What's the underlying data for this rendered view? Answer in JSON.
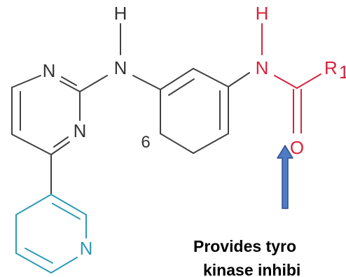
{
  "molecule": {
    "atoms": {
      "h_left": "H",
      "n_left": "N",
      "h_right": "H",
      "n_right": "N",
      "r_group": "R",
      "r_subscript": "1",
      "oxygen": "O",
      "pyrimidine_n1": "N",
      "pyrimidine_n3": "N",
      "pyridine_n": "N"
    },
    "position_label": "6"
  },
  "caption": {
    "line1": "Provides tyro",
    "line2": "kinase inhibi"
  },
  "colors": {
    "core": "#404040",
    "amide": "#d8233a",
    "pyridine": "#2d9ab5",
    "arrow_fill": "#4f7cc4",
    "arrow_stroke": "#2f4f8f"
  }
}
